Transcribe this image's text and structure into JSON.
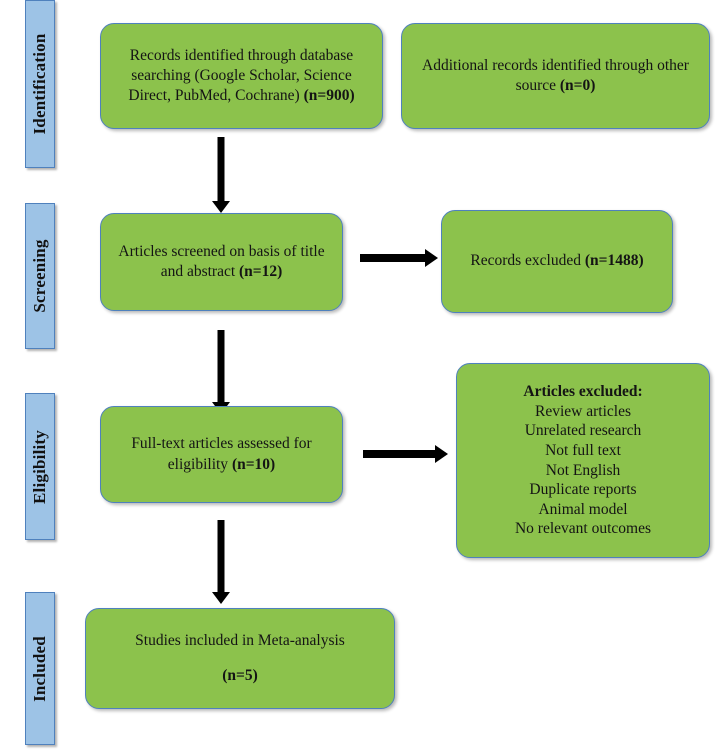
{
  "diagram": {
    "type": "prisma-flow-diagram",
    "colors": {
      "box_fill": "#8CC24C",
      "box_border": "#4F81BD",
      "stage_fill": "#9DC3E6",
      "stage_border": "#4F81BD",
      "arrow": "#000000",
      "background": "#FFFFFF"
    }
  },
  "stages": [
    {
      "label": "Identification"
    },
    {
      "label": "Screening"
    },
    {
      "label": "Eligibility"
    },
    {
      "label": "Included"
    }
  ],
  "boxes": {
    "identified_database": {
      "text_plain": "Records identified through database searching (Google Scholar, Science Direct, PubMed, Cochrane) (n=900)",
      "text_html": "Records identified through database searching (Google Scholar, Science Direct, PubMed, Cochrane) <b>(n=900)</b>",
      "count_label": "(n=900)",
      "count": 900
    },
    "identified_other": {
      "text_plain": "Additional records identified through other source (n=0)",
      "text_html": "Additional records identified through other source <b>(n=0)</b>",
      "count_label": "(n=0)",
      "count": 0
    },
    "screened": {
      "text_plain": "Articles screened on basis of title and abstract (n=12)",
      "text_html": "Articles screened on basis of title and abstract <b>(n=12)</b>",
      "count_label": "(n=12)",
      "count": 12
    },
    "records_excluded": {
      "text_plain": "Records excluded (n=1488)",
      "text_html": "Records excluded <b>(n=1488)</b>",
      "count_label": "(n=1488)",
      "count": 1488
    },
    "fulltext_assessed": {
      "text_plain": "Full-text articles assessed for eligibility (n=10)",
      "text_html": "Full-text articles assessed for eligibility <b>(n=10)</b>",
      "count_label": "(n=10)",
      "count": 10
    },
    "articles_excluded": {
      "heading": "Articles excluded:",
      "reasons": [
        "Review articles",
        "Unrelated research",
        "Not full text",
        "Not English",
        "Duplicate reports",
        "Animal model",
        "No relevant outcomes"
      ]
    },
    "included_meta": {
      "line1": "Studies included in Meta-analysis",
      "line2": "(n=5)",
      "count": 5
    }
  },
  "arrows": [
    {
      "name": "identified-to-screened",
      "direction": "down"
    },
    {
      "name": "screened-to-records-excluded",
      "direction": "right"
    },
    {
      "name": "screened-to-fulltext",
      "direction": "down"
    },
    {
      "name": "fulltext-to-articles-excluded",
      "direction": "right"
    },
    {
      "name": "fulltext-to-included",
      "direction": "down"
    }
  ]
}
